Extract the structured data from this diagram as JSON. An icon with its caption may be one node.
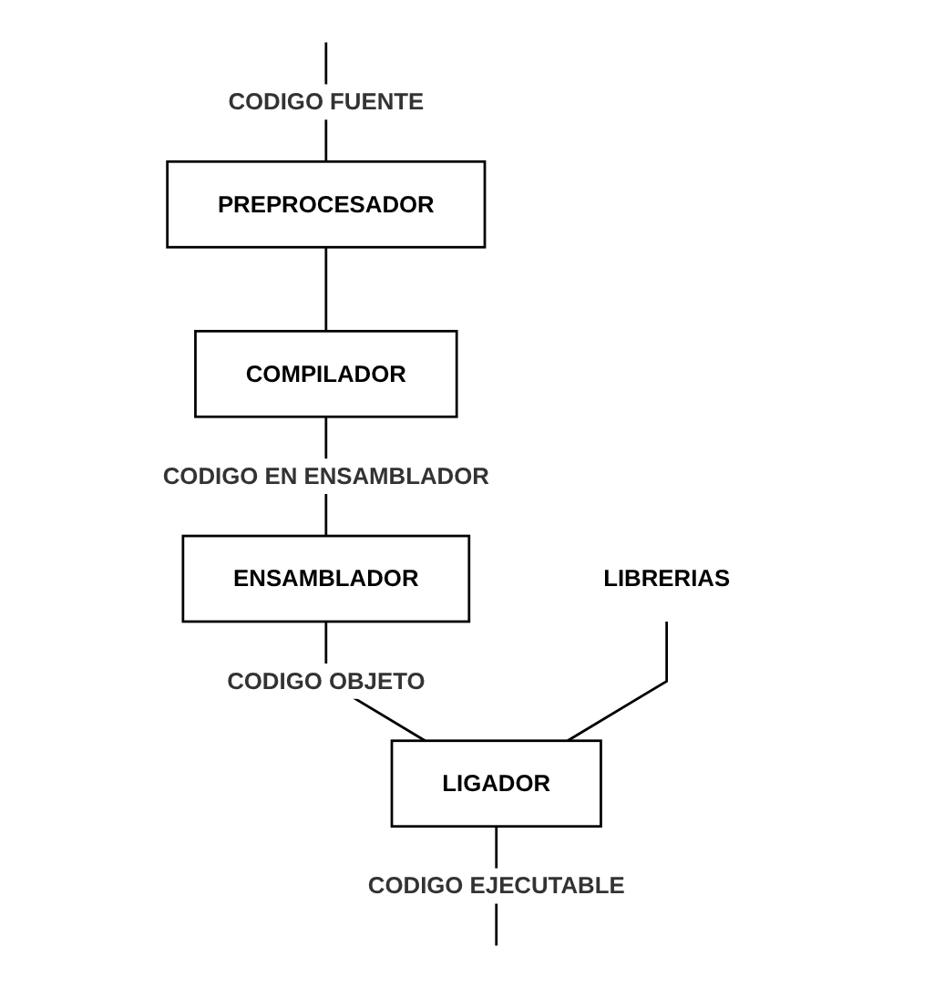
{
  "diagram": {
    "nodes": [
      {
        "text": [
          "PREPROCESADOR"
        ]
      },
      {
        "text": [
          "COMPILADOR"
        ]
      },
      {
        "text": [
          "ENSAMBLADOR"
        ]
      },
      {
        "text": [
          "LIGADOR"
        ]
      },
      {
        "text": [
          "LIBRERIAS"
        ]
      }
    ],
    "edges": [
      {
        "from": null,
        "to": 0,
        "arrow": "none",
        "label": "CODIGO FUENTE"
      },
      {
        "from": 0,
        "to": 1,
        "arrow": "none"
      },
      {
        "from": 1,
        "to": 2,
        "arrow": "none",
        "label": "CODIGO EN ENSAMBLADOR"
      },
      {
        "from": 2,
        "to": 3,
        "arrow": "none",
        "label": "CODIGO OBJETO"
      },
      {
        "from": 4,
        "to": 3,
        "arrow": "none"
      },
      {
        "from": 3,
        "to": null,
        "arrow": "none",
        "label": "CODIGO EJECUTABLE"
      }
    ]
  }
}
